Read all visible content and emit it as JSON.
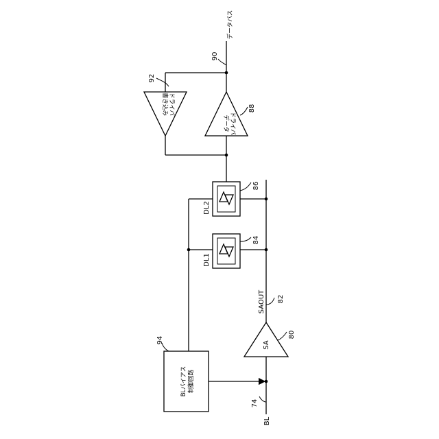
{
  "diagram": {
    "bus_label": "データバス",
    "ref_bus": "90",
    "write_driver": {
      "ref": "92",
      "line1": "書き込み",
      "line2": "ドライバ"
    },
    "data_driver": {
      "ref": "88",
      "line1": "データ",
      "line2": "ドライバ"
    },
    "latch2": {
      "name": "DL2",
      "ref": "86"
    },
    "latch1": {
      "name": "DL1",
      "ref": "84"
    },
    "saout": {
      "name": "SAOUT",
      "ref": "82"
    },
    "sense_amp": {
      "name": "SA",
      "ref": "80"
    },
    "bias_ctrl": {
      "ref": "94",
      "line1": "BLバイアス",
      "line2": "制御回路"
    },
    "bitline": {
      "name": "BL",
      "ref": "74"
    }
  }
}
